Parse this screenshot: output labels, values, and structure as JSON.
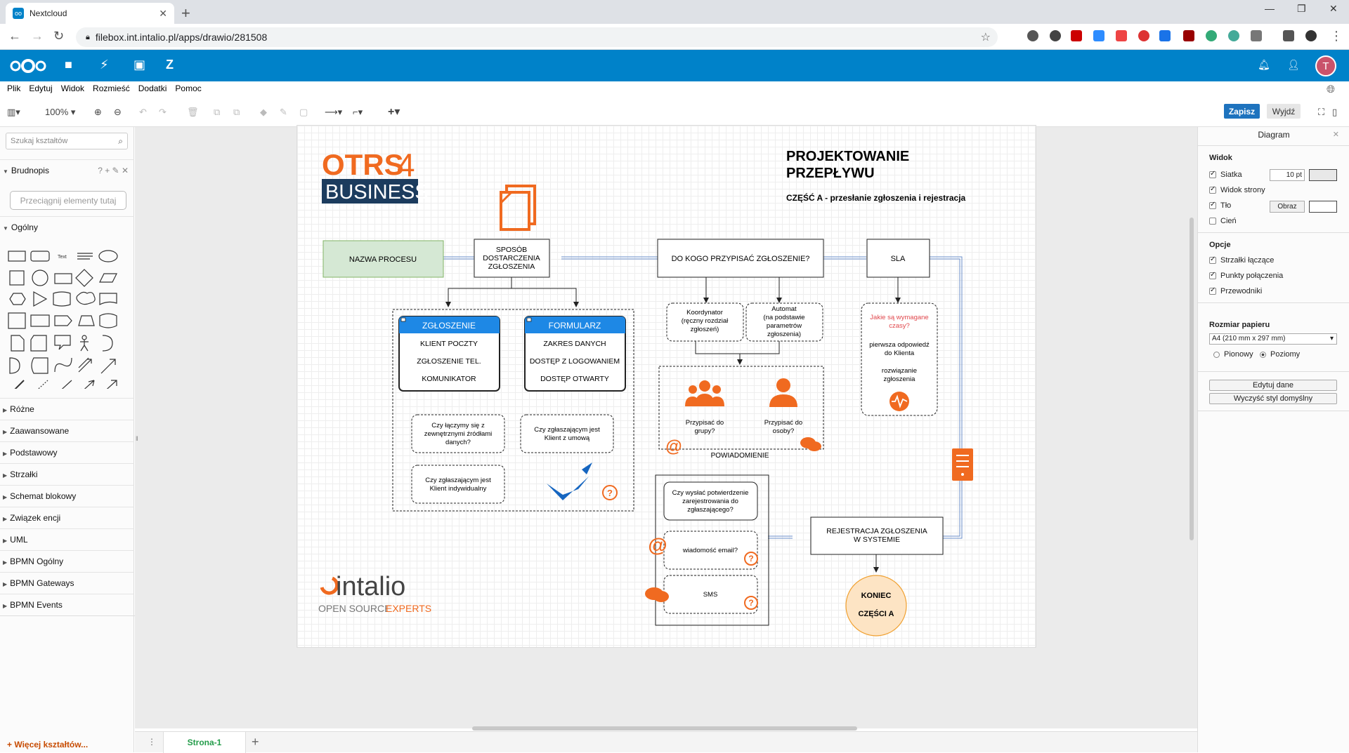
{
  "browser": {
    "tab_title": "Nextcloud",
    "url": "filebox.int.intalio.pl/apps/drawio/281508"
  },
  "menu": [
    "Plik",
    "Edytuj",
    "Widok",
    "Rozmieść",
    "Dodatki",
    "Pomoc"
  ],
  "toolbar": {
    "zoom": "100%",
    "save": "Zapisz",
    "exit": "Wyjdź"
  },
  "left_panel": {
    "search_placeholder": "Szukaj kształtów",
    "scratchpad": "Brudnopis",
    "scratchpad_icons": "? + ✎ ✕",
    "drag_hint": "Przeciągnij elementy tutaj",
    "general": "Ogólny",
    "text_shape": "Text",
    "sections": [
      "Różne",
      "Zaawansowane",
      "Podstawowy",
      "Strzałki",
      "Schemat blokowy",
      "Związek encji",
      "UML",
      "BPMN Ogólny",
      "BPMN Gateways",
      "BPMN Events"
    ],
    "more_shapes": "+ Więcej kształtów..."
  },
  "page_tab": "Strona-1",
  "right_panel": {
    "title": "Diagram",
    "view": "Widok",
    "grid": "Siatka",
    "grid_size": "10 pt",
    "page_view": "Widok strony",
    "background": "Tło",
    "image": "Obraz",
    "shadow": "Cień",
    "options": "Opcje",
    "connection_arrows": "Strzałki łączące",
    "connection_points": "Punkty połączenia",
    "guides": "Przewodniki",
    "paper_size": "Rozmiar papieru",
    "paper_value": "A4 (210 mm x 297 mm)",
    "portrait": "Pionowy",
    "landscape": "Poziomy",
    "edit_data": "Edytuj dane",
    "clear_style": "Wyczyść styl domyślny"
  },
  "diagram": {
    "otrs_logo": "OTRS",
    "otrs_4": "4",
    "otrs_business": "BUSINESS",
    "title1": "PROJEKTOWANIE",
    "title2": "PRZEPŁYWU",
    "subtitle": "CZĘŚĆ A - przesłanie zgłoszenia i rejestracja",
    "process_name": "NAZWA PROCESU",
    "delivery": [
      "SPOSÓB",
      "DOSTARCZENIA",
      "ZGŁOSZENIA"
    ],
    "assign_q": "DO KOGO PRZYPISAĆ ZGŁOSZENIE?",
    "sla": "SLA",
    "zgl_head": "ZGŁOSZENIE",
    "zgl_items": [
      "KLIENT POCZTY",
      "ZGŁOSZENIE TEL.",
      "KOMUNIKATOR"
    ],
    "form_head": "FORMULARZ",
    "form_items": [
      "ZAKRES DANYCH",
      "DOSTĘP Z LOGOWANIEM",
      "DOSTĘP OTWARTY"
    ],
    "q_external": [
      "Czy łączymy się z",
      "zewnętrznymi źródłami",
      "danych?"
    ],
    "q_contract": [
      "Czy zgłaszającym jest",
      "Klient z umową"
    ],
    "q_individual": [
      "Czy zgłaszającym jest",
      "Klient  indywidualny"
    ],
    "coordinator": [
      "Koordynator",
      "(ręczny rozdział",
      "zgłoszeń)"
    ],
    "automat": [
      "Automat",
      "(na podstawie",
      "parametrów",
      "zgłoszenia)"
    ],
    "assign_group": [
      "Przypisać do",
      "grupy?"
    ],
    "assign_person": [
      "Przypisać do",
      "osoby?"
    ],
    "notification": "POWIADOMIENIE",
    "sla_q": [
      "Jakie są wymagane",
      "czasy?"
    ],
    "sla_first": [
      "pierwsza odpowiedź",
      "do Klienta"
    ],
    "sla_resolve": [
      "rozwiązanie",
      "zgłoszenia"
    ],
    "confirm_q": [
      "Czy wysłać potwierdzenie",
      "zarejestrowania do",
      "zgłaszającego?"
    ],
    "email_msg": "wiadomość email?",
    "sms": "SMS",
    "registration": [
      "REJESTRACJA ZGŁOSZENIA",
      "W SYSTEMIE"
    ],
    "end": [
      "KONIEC",
      "CZĘŚCI A"
    ],
    "intalio": "intalio",
    "intalio_tag1": "OPEN SOURCE",
    "intalio_tag2": "EXPERTS"
  },
  "colors": {
    "nextcloud_blue": "#0082c9",
    "otrs_orange": "#f06a20",
    "otrs_navy": "#1c3c5e",
    "process_green": "#d5e8d4",
    "header_blue": "#1e88e5",
    "end_fill": "#fde4c4"
  }
}
